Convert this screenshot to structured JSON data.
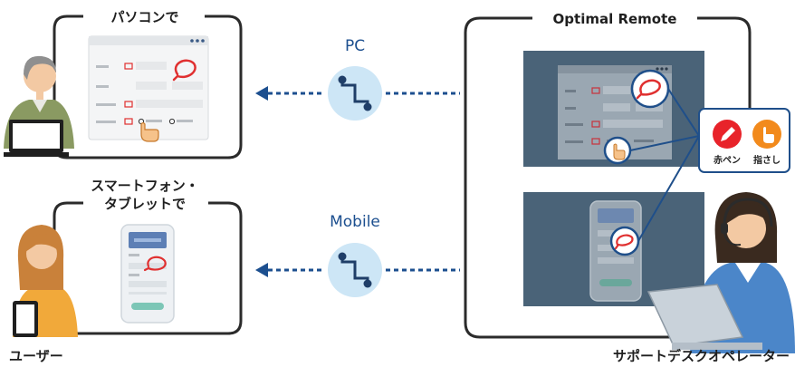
{
  "boxes": {
    "pc": {
      "title": "パソコンで"
    },
    "mobile": {
      "title_line1": "スマートフォン・",
      "title_line2": "タブレットで"
    },
    "operator": {
      "title": "Optimal Remote"
    }
  },
  "links": {
    "pc": {
      "label": "PC"
    },
    "mobile": {
      "label": "Mobile"
    }
  },
  "people": {
    "user": {
      "label": "ユーザー"
    },
    "operator": {
      "label": "サポートデスクオペレーター"
    }
  },
  "tools": {
    "pen": {
      "label": "赤ペン",
      "icon": "pen-icon",
      "color": "#e8232a"
    },
    "pointer": {
      "label": "指さし",
      "icon": "pointing-hand-icon",
      "color": "#f28a1c"
    }
  },
  "colors": {
    "outline": "#2b2b2b",
    "link_circle": "#cde6f6",
    "dash": "#1c4f8f",
    "operator_screen": "#4a6378",
    "accent_blue": "#1f4f8a",
    "annotation_red": "#e03030"
  }
}
